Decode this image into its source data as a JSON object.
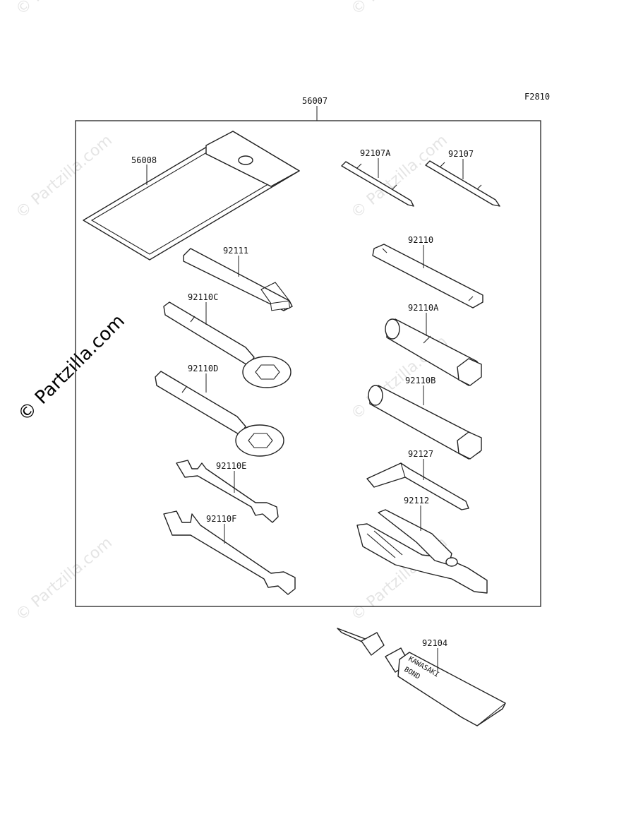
{
  "diagram_code": "F2810",
  "kit_part": "56007",
  "parts": [
    {
      "id": "56008"
    },
    {
      "id": "92107A"
    },
    {
      "id": "92107"
    },
    {
      "id": "92111"
    },
    {
      "id": "92110"
    },
    {
      "id": "92110C"
    },
    {
      "id": "92110A"
    },
    {
      "id": "92110D"
    },
    {
      "id": "92110B"
    },
    {
      "id": "92127"
    },
    {
      "id": "92110E"
    },
    {
      "id": "92112"
    },
    {
      "id": "92110F"
    },
    {
      "id": "92104"
    }
  ],
  "bond_label": [
    "KAWASAKI",
    "BOND"
  ],
  "watermark": {
    "main": "© Partzilla.com",
    "faint": "© Partzilla.com"
  }
}
